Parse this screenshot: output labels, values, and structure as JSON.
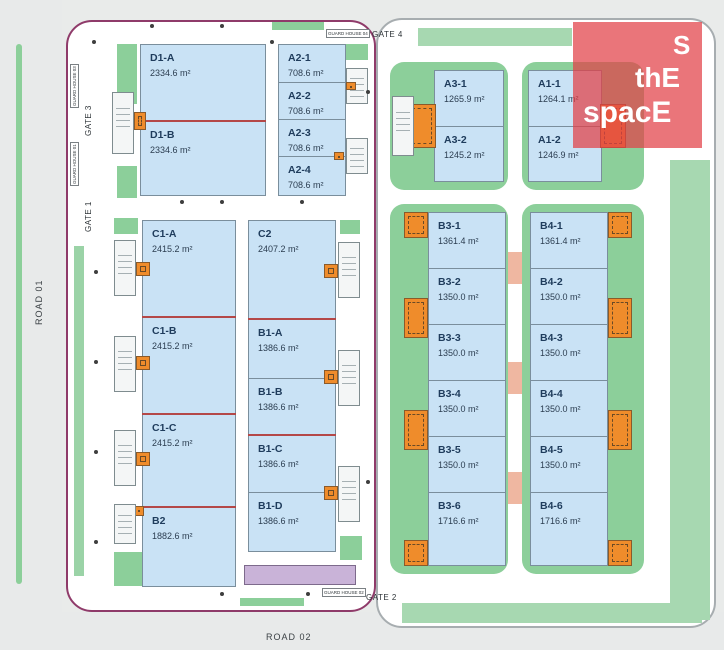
{
  "brand": {
    "line1": "S",
    "line2": "thE",
    "line3": "spacE",
    "color": "#e2404a"
  },
  "roads": {
    "west": "ROAD 01",
    "south": "ROAD 02"
  },
  "gates": {
    "g1": "GATE 1",
    "g2": "GATE 2",
    "g3": "GATE 3",
    "g4": "GATE 4"
  },
  "guardhouses": {
    "gh01": "GUARD HOUSE 01",
    "gh02": "GUARD HOUSE 02",
    "gh03": "GUARD HOUSE 03",
    "gh04": "GUARD HOUSE 04"
  },
  "units": {
    "D1A": {
      "name": "D1-A",
      "area": "2334.6 m²"
    },
    "D1B": {
      "name": "D1-B",
      "area": "2334.6 m²"
    },
    "A21": {
      "name": "A2-1",
      "area": "708.6 m²"
    },
    "A22": {
      "name": "A2-2",
      "area": "708.6 m²"
    },
    "A23": {
      "name": "A2-3",
      "area": "708.6 m²"
    },
    "A24": {
      "name": "A2-4",
      "area": "708.6 m²"
    },
    "A31": {
      "name": "A3-1",
      "area": "1265.9 m²"
    },
    "A32": {
      "name": "A3-2",
      "area": "1245.2 m²"
    },
    "A11": {
      "name": "A1-1",
      "area": "1264.1 m²"
    },
    "A12": {
      "name": "A1-2",
      "area": "1246.9 m²"
    },
    "C1A": {
      "name": "C1-A",
      "area": "2415.2 m²"
    },
    "C1B": {
      "name": "C1-B",
      "area": "2415.2 m²"
    },
    "C1C": {
      "name": "C1-C",
      "area": "2415.2 m²"
    },
    "B2": {
      "name": "B2",
      "area": "1882.6 m²"
    },
    "C2": {
      "name": "C2",
      "area": "2407.2 m²"
    },
    "B1A": {
      "name": "B1-A",
      "area": "1386.6 m²"
    },
    "B1B": {
      "name": "B1-B",
      "area": "1386.6 m²"
    },
    "B1C": {
      "name": "B1-C",
      "area": "1386.6 m²"
    },
    "B1D": {
      "name": "B1-D",
      "area": "1386.6 m²"
    },
    "B31": {
      "name": "B3-1",
      "area": "1361.4 m²"
    },
    "B32": {
      "name": "B3-2",
      "area": "1350.0 m²"
    },
    "B33": {
      "name": "B3-3",
      "area": "1350.0 m²"
    },
    "B34": {
      "name": "B3-4",
      "area": "1350.0 m²"
    },
    "B35": {
      "name": "B3-5",
      "area": "1350.0 m²"
    },
    "B36": {
      "name": "B3-6",
      "area": "1716.6 m²"
    },
    "B41": {
      "name": "B4-1",
      "area": "1361.4 m²"
    },
    "B42": {
      "name": "B4-2",
      "area": "1350.0 m²"
    },
    "B43": {
      "name": "B4-3",
      "area": "1350.0 m²"
    },
    "B44": {
      "name": "B4-4",
      "area": "1350.0 m²"
    },
    "B45": {
      "name": "B4-5",
      "area": "1350.0 m²"
    },
    "B46": {
      "name": "B4-6",
      "area": "1716.6 m²"
    }
  }
}
